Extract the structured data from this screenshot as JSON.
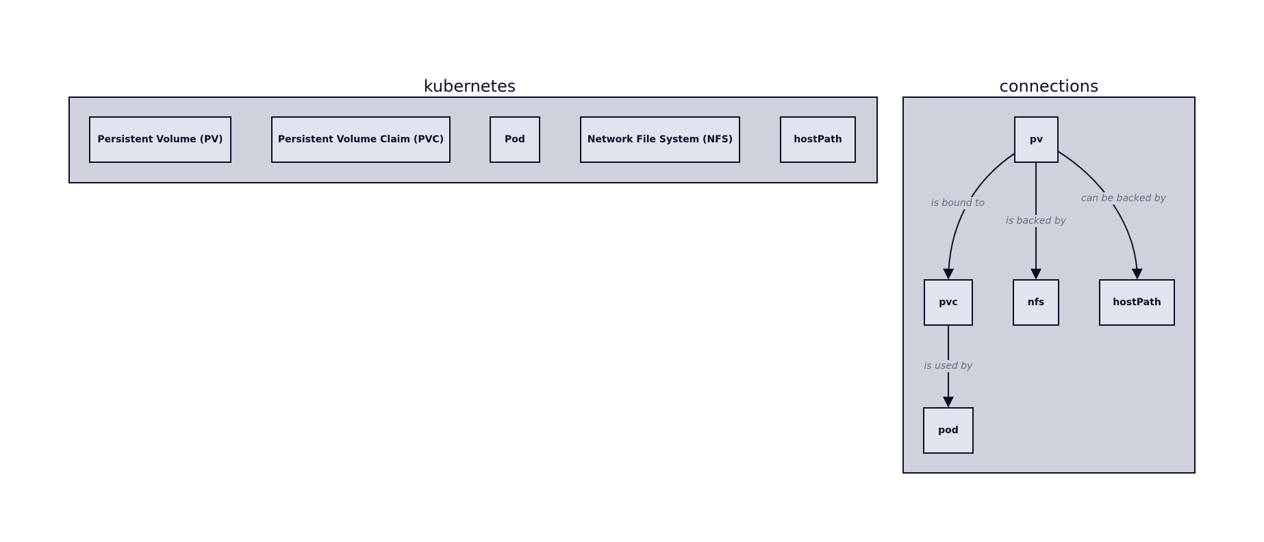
{
  "groups": {
    "kubernetes": {
      "title": "kubernetes",
      "nodes": [
        "Persistent Volume (PV)",
        "Persistent Volume Claim (PVC)",
        "Pod",
        "Network File System (NFS)",
        "hostPath"
      ]
    },
    "connections": {
      "title": "connections",
      "nodes": {
        "pv": "pv",
        "pvc": "pvc",
        "nfs": "nfs",
        "hostpath": "hostPath",
        "pod": "pod"
      },
      "edges": [
        {
          "from": "pv",
          "to": "pvc",
          "label": "is bound to"
        },
        {
          "from": "pv",
          "to": "nfs",
          "label": "is backed by"
        },
        {
          "from": "pv",
          "to": "hostpath",
          "label": "can be backed by"
        },
        {
          "from": "pvc",
          "to": "pod",
          "label": "is used by"
        }
      ]
    }
  },
  "colors": {
    "container_fill": "#cfd2dd",
    "node_fill": "#e1e3ee",
    "stroke": "#0a0f25",
    "edge_label": "#676c7e"
  }
}
